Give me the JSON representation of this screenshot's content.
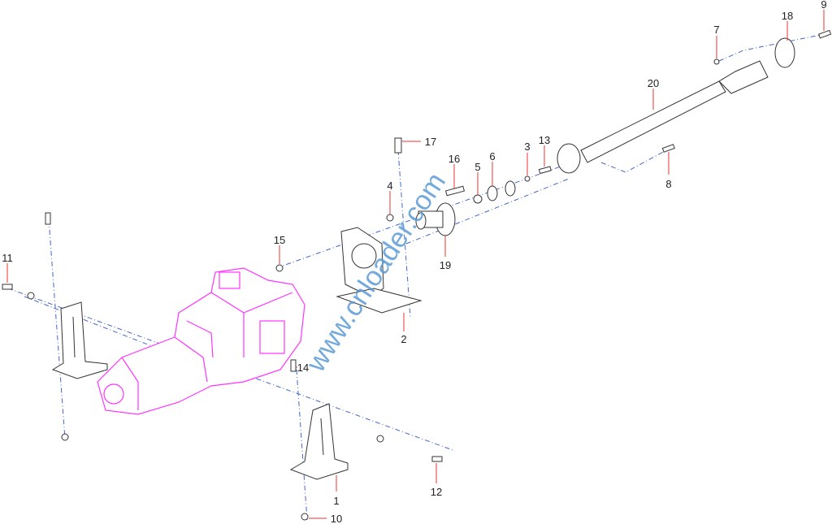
{
  "watermark": "www.cnloader.com",
  "callouts": [
    {
      "label": "1"
    },
    {
      "label": "2"
    },
    {
      "label": "3"
    },
    {
      "label": "4"
    },
    {
      "label": "5"
    },
    {
      "label": "6"
    },
    {
      "label": "7"
    },
    {
      "label": "8"
    },
    {
      "label": "9"
    },
    {
      "label": "10"
    },
    {
      "label": "11"
    },
    {
      "label": "12"
    },
    {
      "label": "13"
    },
    {
      "label": "14"
    },
    {
      "label": "15"
    },
    {
      "label": "16"
    },
    {
      "label": "17"
    },
    {
      "label": "18"
    },
    {
      "label": "19"
    },
    {
      "label": "20"
    }
  ],
  "colors": {
    "pump": "#ff33ff",
    "centerline": "#4466cc",
    "leader": "#ee3333",
    "watermark": "#5b9bd5"
  }
}
